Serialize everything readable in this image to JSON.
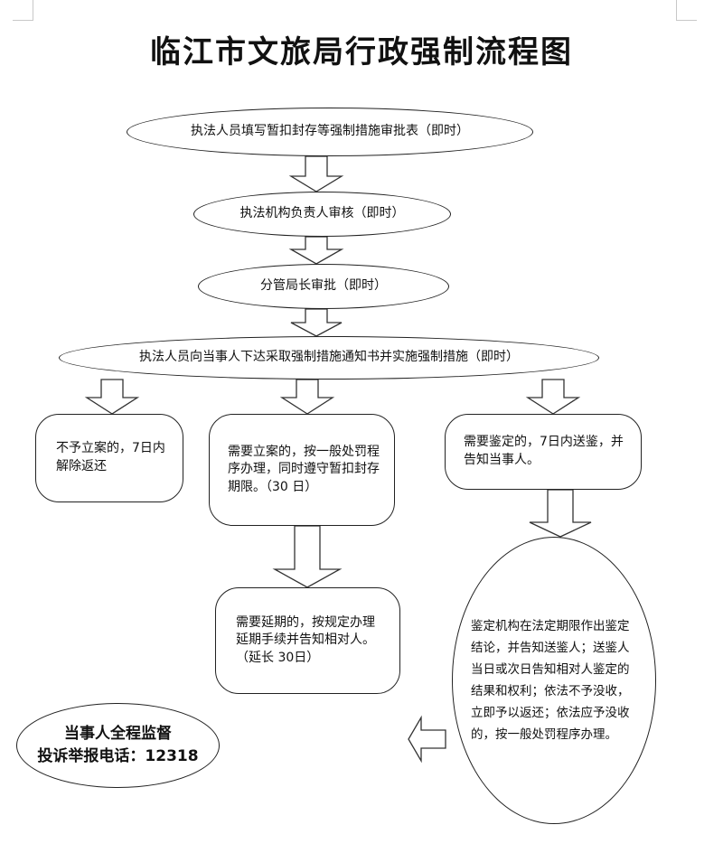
{
  "title": "临江市文旅局行政强制流程图",
  "nodes": {
    "fill_form": "执法人员填写暂扣封存等强制措施审批表（即时）",
    "agency_review": "执法机构负责人审核（即时）",
    "director_approval": "分管局长审批（即时）",
    "notify_party": "执法人员向当事人下达采取强制措施通知书并实施强制措施（即时）",
    "no_case": "不予立案的，7日内解除返还",
    "case_filed": "需要立案的，按一般处罚程序办理，同时遵守暂扣封存期限。（30 日）",
    "appraisal_needed": "需要鉴定的，7日内送鉴，并告知当事人。",
    "extension": "需要延期的，按规定办理延期手续并告知相对人。（延长 30日）",
    "appraisal_result": "鉴定机构在法定期限作出鉴定结论，并告知送鉴人；送鉴人当日或次日告知相对人鉴定的结果和权利；依法不予没收，立即予以返还；依法应予没收的，按一般处罚程序办理。",
    "supervision_line1": "当事人全程监督",
    "supervision_line2": "投诉举报电话：12318"
  }
}
